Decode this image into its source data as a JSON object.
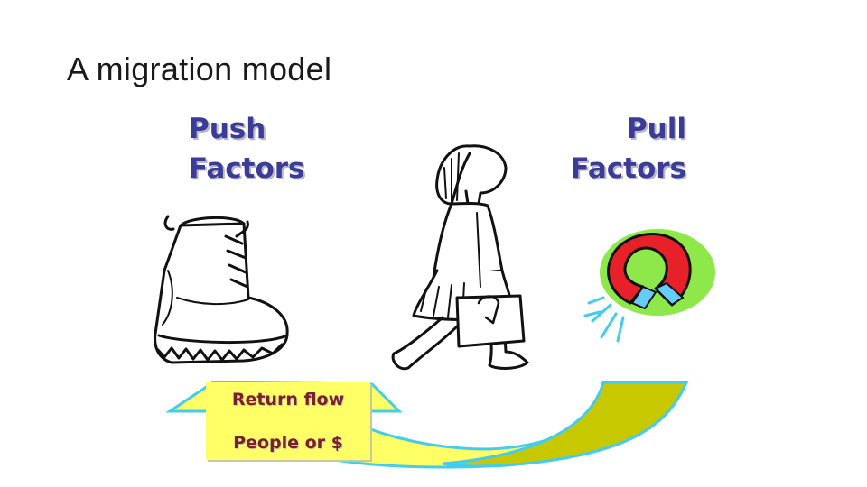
{
  "title": "A migration model",
  "push_factors": {
    "line1": "Push",
    "line2": "Factors"
  },
  "pull_factors": {
    "line1": "Pull",
    "line2": "Factors"
  },
  "return_flow": {
    "line1": "Return flow",
    "line2": "People or $"
  },
  "colors": {
    "label_text": "#3c3c96",
    "flow_text": "#7a1f2e",
    "flow_box": "#ffff66",
    "arrow_yellow": "#ffff66",
    "arrow_olive": "#c8c800",
    "arrow_outline": "#44ccee",
    "magnet_red": "#e8202a",
    "magnet_backdrop": "#8ee84a"
  },
  "icons": [
    "boot-icon",
    "walking-girl-icon",
    "magnet-icon"
  ]
}
